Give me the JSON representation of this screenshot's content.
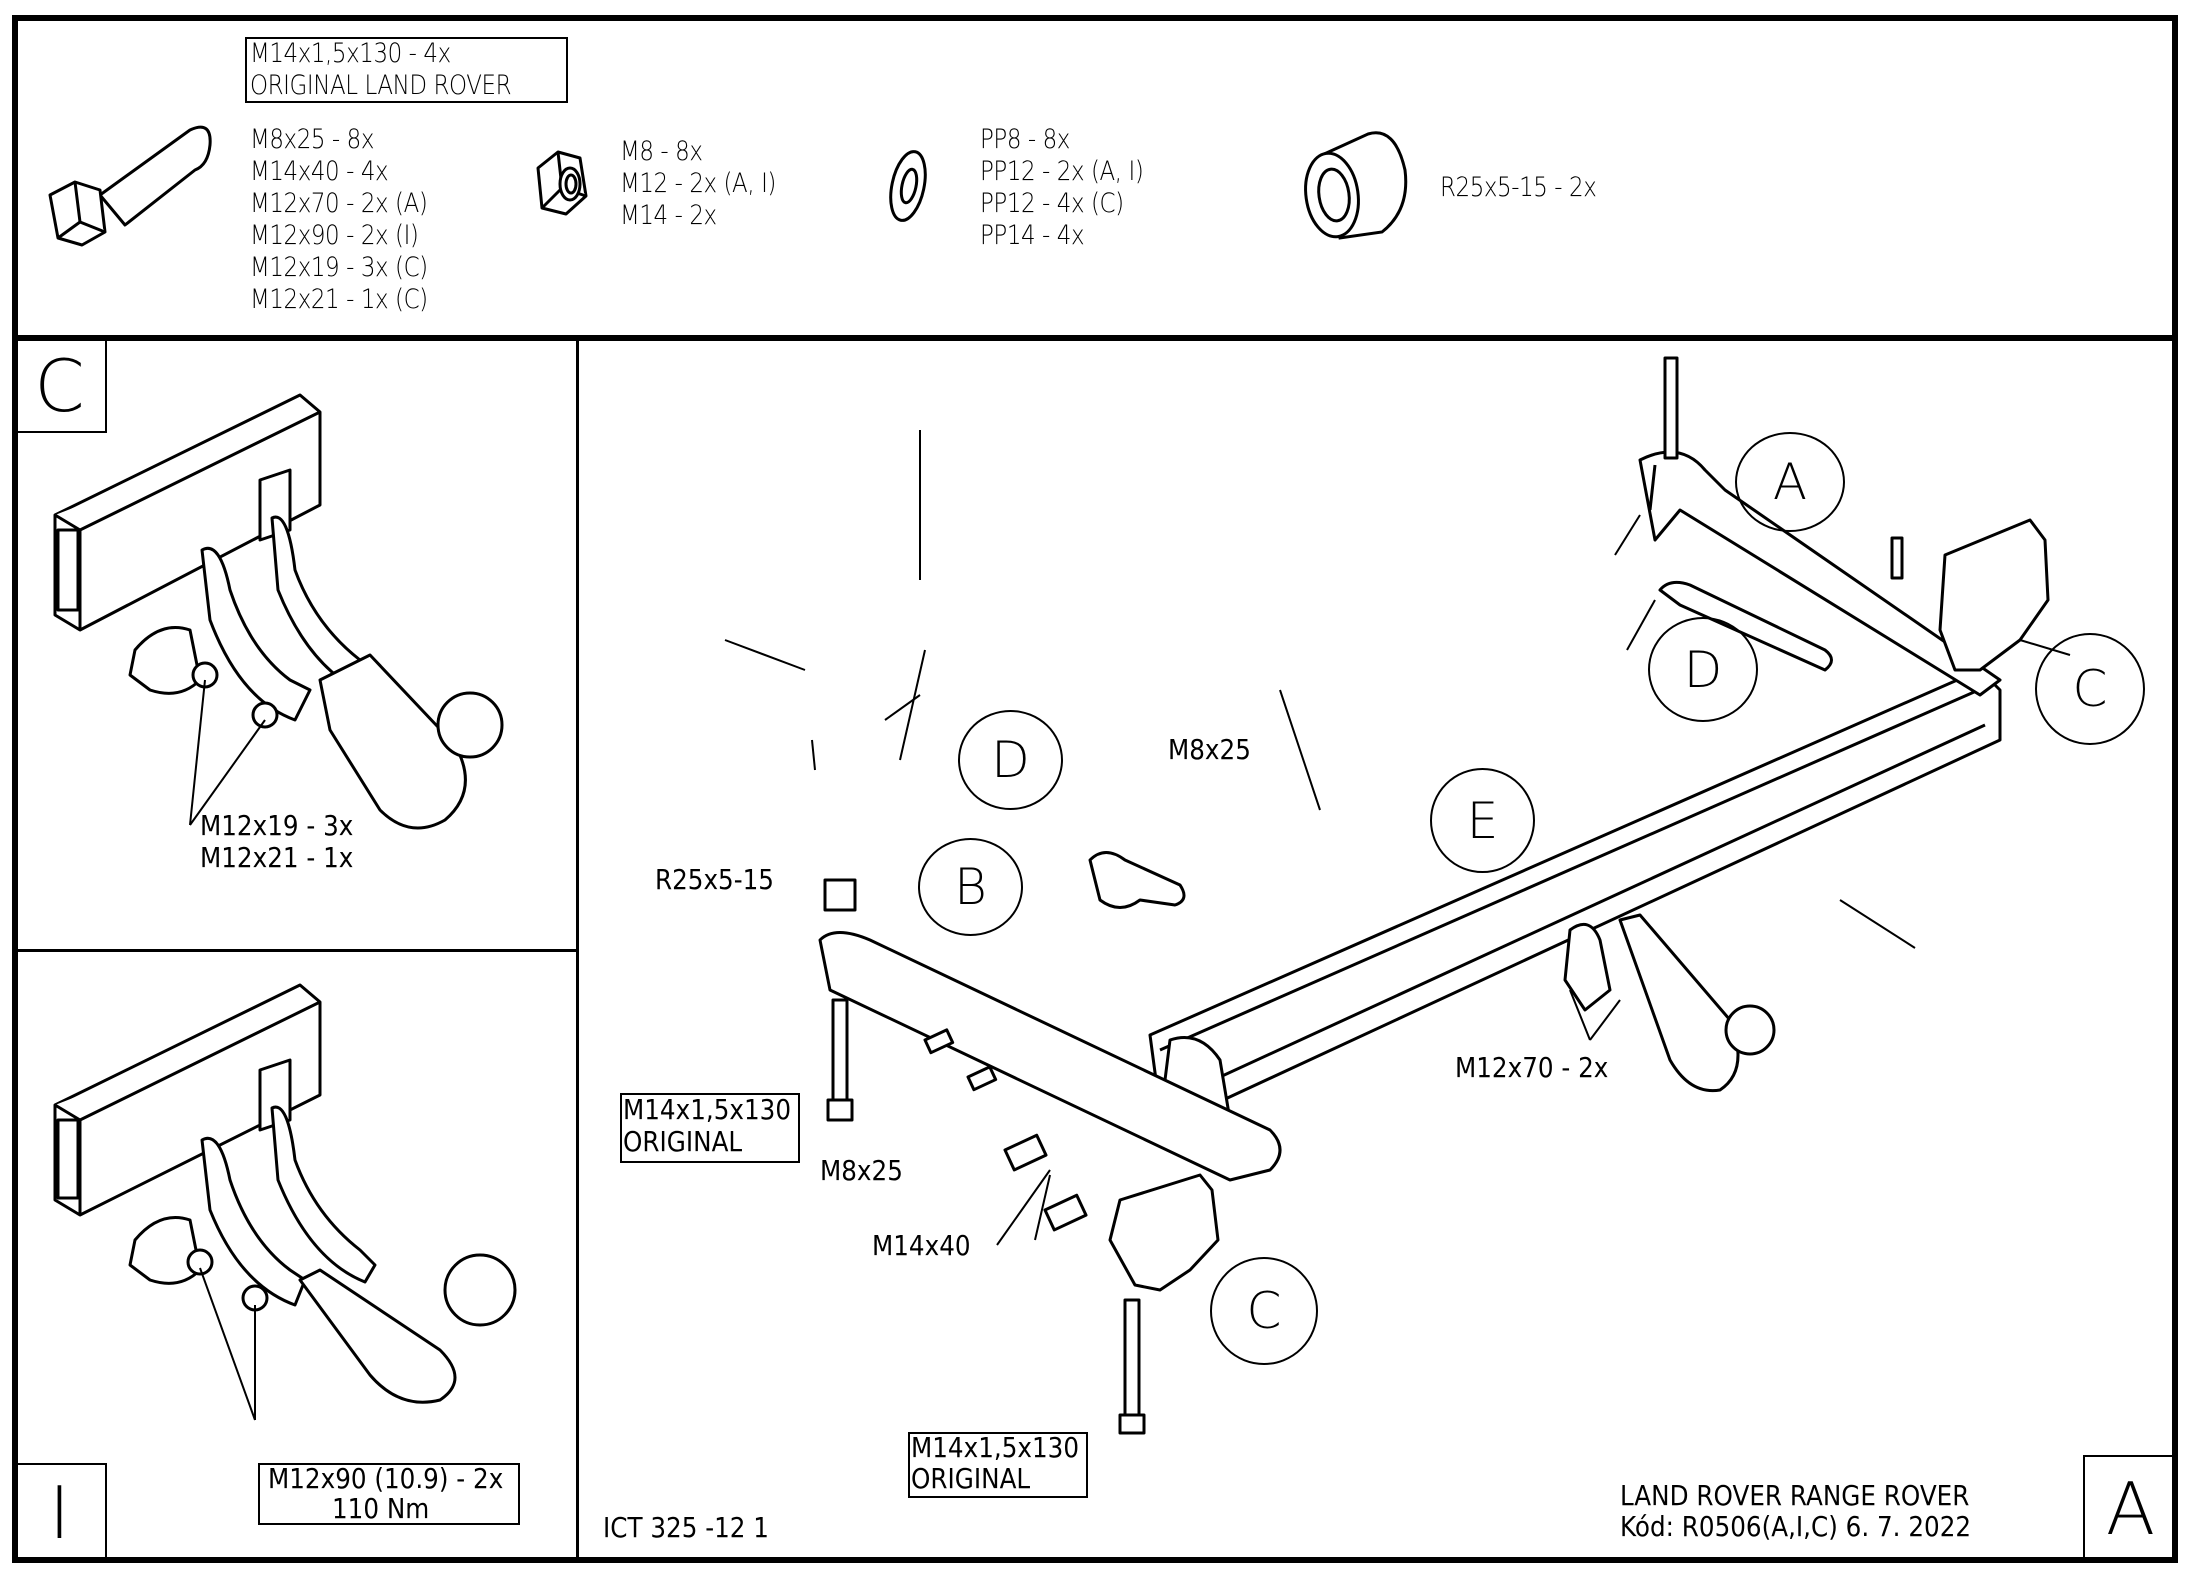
{
  "parts_list": {
    "original_bolt_box": [
      "M14x1,5x130 - 4x",
      "ORIGINAL LAND ROVER"
    ],
    "bolts": [
      "M8x25 - 8x",
      "M14x40 - 4x",
      "M12x70 - 2x (A)",
      "M12x90 - 2x (I)",
      "M12x19 - 3x (C)",
      "M12x21 - 1x (C)"
    ],
    "nuts": [
      "M8 - 8x",
      "M12 - 2x (A, I)",
      "M14 - 2x"
    ],
    "washers": [
      "PP8 - 8x",
      "PP12 - 2x (A, I)",
      "PP12 - 4x (C)",
      "PP14 - 4x"
    ],
    "spacers": [
      "R25x5-15 - 2x"
    ],
    "icons": [
      "hex-bolt-icon",
      "hex-nut-icon",
      "flat-washer-icon",
      "spacer-ring-icon"
    ]
  },
  "panel_c": {
    "letter": "C",
    "callout": [
      "M12x19 - 3x",
      "M12x21 - 1x"
    ]
  },
  "panel_i": {
    "letter": "I",
    "callout": [
      "M12x90 (10.9) - 2x",
      "110 Nm"
    ]
  },
  "main": {
    "bubbles": {
      "a": "A",
      "b": "B",
      "c1": "C",
      "c2": "C",
      "d1": "D",
      "d2": "D",
      "e": "E"
    },
    "labels": {
      "spacer": "R25x5-15",
      "m8_top": "M8x25",
      "m8_bottom": "M8x25",
      "m14x40": "M14x40",
      "m12x70": "M12x70 - 2x",
      "orig_left": [
        "M14x1,5x130",
        "ORIGINAL"
      ],
      "orig_bottom": [
        "M14x1,5x130",
        "ORIGINAL"
      ]
    },
    "drawing_number": "ICT 325 -12 1",
    "title": "LAND ROVER RANGE ROVER",
    "code_line": "Kód: R0506(A,I,C)  6. 7. 2022",
    "variant_letter": "A"
  }
}
